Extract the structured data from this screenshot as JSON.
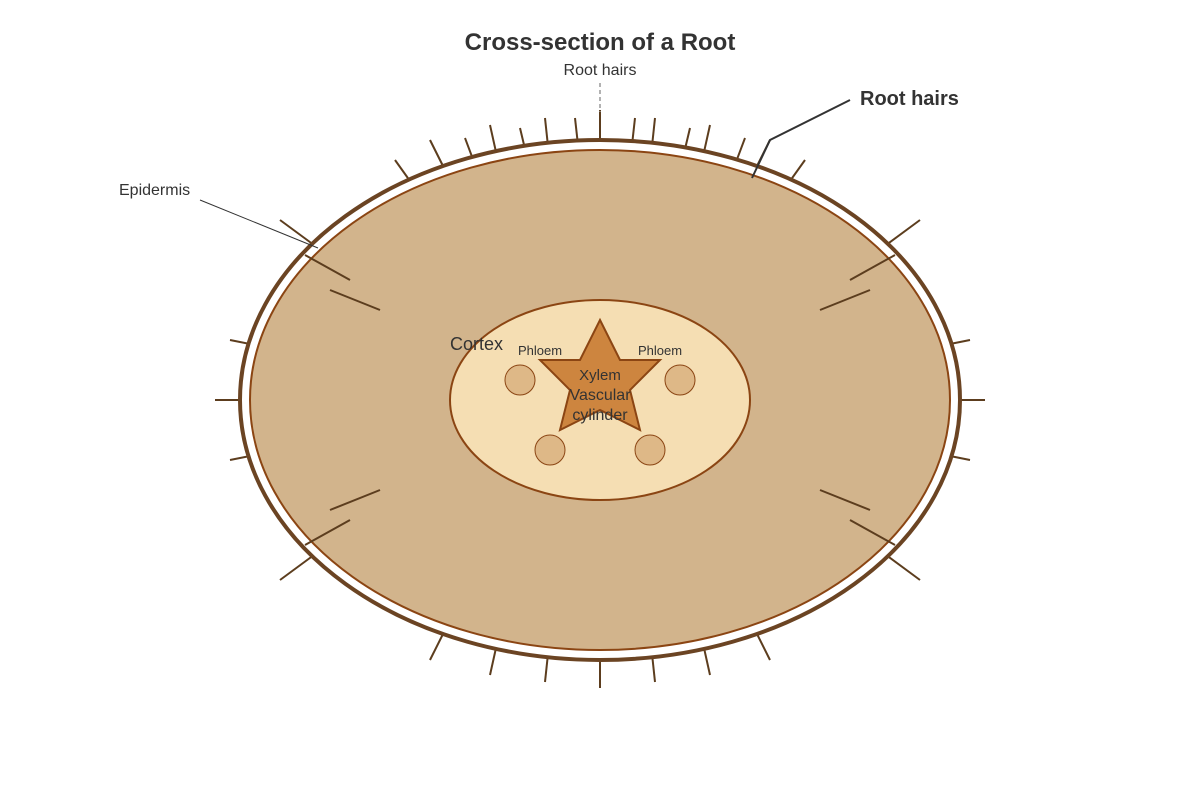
{
  "title": "Cross-section of a Root",
  "labels": {
    "root_hairs_top": "Root hairs",
    "root_hairs_callout": "Root hairs",
    "epidermis": "Epidermis",
    "cortex": "Cortex",
    "phloem_left": "Phloem",
    "phloem_right": "Phloem",
    "xylem": "Xylem",
    "vascular_line1": "Vascular",
    "vascular_line2": "cylinder"
  },
  "colors": {
    "outer_ring": "#6b4423",
    "cortex_fill": "#d2b48c",
    "cortex_stroke": "#8b4513",
    "vascular_fill": "#f5deb3",
    "xylem_fill": "#cd853f",
    "phloem_fill": "#deb887",
    "hair": "#5c3d1e"
  }
}
